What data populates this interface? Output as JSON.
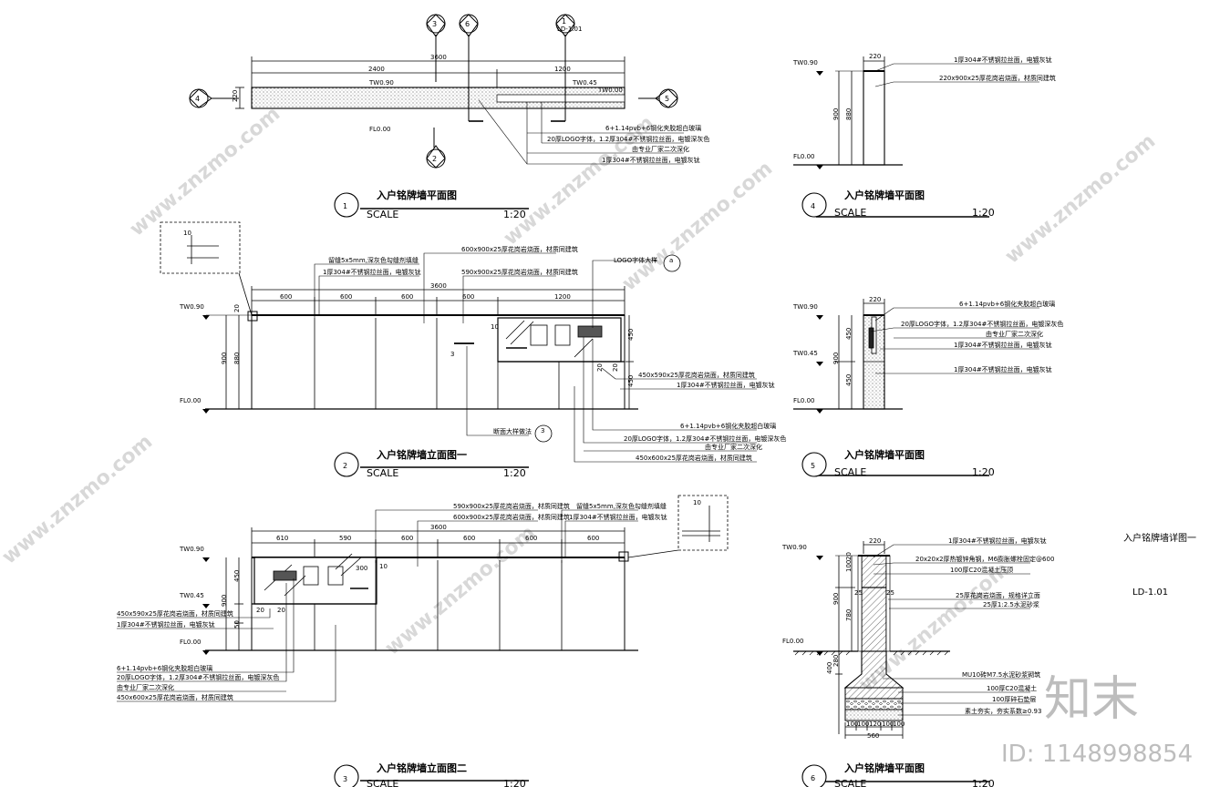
{
  "sheet": {
    "title": "入户铭牌墙详图一",
    "code": "LD-1.01"
  },
  "views": [
    {
      "num": "1",
      "title": "入户铭牌墙平面图",
      "scale_label": "SCALE",
      "scale": "1:20"
    },
    {
      "num": "2",
      "title": "入户铭牌墙立面图一",
      "scale_label": "SCALE",
      "scale": "1:20"
    },
    {
      "num": "3",
      "title": "入户铭牌墙立面图二",
      "scale_label": "SCALE",
      "scale": "1:20"
    },
    {
      "num": "4",
      "title": "入户铭牌墙平面图",
      "scale_label": "SCALE",
      "scale": "1:20"
    },
    {
      "num": "5",
      "title": "入户铭牌墙平面图",
      "scale_label": "SCALE",
      "scale": "1:20"
    },
    {
      "num": "6",
      "title": "入户铭牌墙平面图",
      "scale_label": "SCALE",
      "scale": "1:20"
    }
  ],
  "plan1": {
    "dim_total": "3600",
    "dim_left": "2400",
    "dim_right": "1200",
    "dim_width": "220",
    "tw_090": "TW0.90",
    "tw_045": "TW0.45",
    "tw_000": "TW0.00",
    "fl": "FL0.00",
    "callouts": [
      "3",
      "6",
      "1",
      "4",
      "5",
      "2"
    ],
    "callout_sub": "LD-1.01",
    "notes": [
      "6+1.14pvb+6钢化夹胶超白玻璃",
      "20厚LOGO字体，1.2厚304#不锈钢拉丝面，电镀深灰色",
      "由专业厂家二次深化",
      "1厚304#不锈钢拉丝面，电镀灰钛"
    ]
  },
  "elev2": {
    "dims_top": [
      "600",
      "600",
      "600",
      "600",
      "1200"
    ],
    "dim_total": "3600",
    "tw_090": "TW0.90",
    "fl": "FL0.00",
    "dim_900": "900",
    "dim_880": "880",
    "dim_20": "20",
    "dim_10": "10",
    "dim_450a": "450",
    "dim_450b": "450",
    "section_mark": "3",
    "logo_label": "LOGO字体大样",
    "logo_mark": "a",
    "section_note": "断面大样做法",
    "section_note_mark": "3",
    "notes_top": [
      "留缝5x5mm,深灰色勾缝剂填缝",
      "1厚304#不锈钢拉丝面，电镀灰钛",
      "600x900x25厚花岗岩烧面，材质同建筑",
      "590x900x25厚花岗岩烧面，材质同建筑"
    ],
    "notes_right": [
      "450x590x25厚花岗岩烧面，材质同建筑",
      "1厚304#不锈钢拉丝面，电镀灰钛"
    ],
    "notes_bottom": [
      "6+1.14pvb+6钢化夹胶超白玻璃",
      "20厚LOGO字体，1.2厚304#不锈钢拉丝面，电镀深灰色",
      "由专业厂家二次深化",
      "450x600x25厚花岗岩烧面，材质同建筑"
    ]
  },
  "elev3": {
    "dims_top": [
      "610",
      "590",
      "600",
      "600",
      "600",
      "600"
    ],
    "dim_total": "3600",
    "tw_090": "TW0.90",
    "tw_045": "TW0.45",
    "fl": "FL0.00",
    "dim_900": "900",
    "dim_450": "450",
    "dim_50": "50",
    "dim_300": "300",
    "dim_10": "10",
    "dim_20": "20",
    "notes_top": [
      "590x900x25厚花岗岩烧面，材质同建筑",
      "600x900x25厚花岗岩烧面，材质同建筑",
      "留缝5x5mm,深灰色勾缝剂填缝",
      "1厚304#不锈钢拉丝面，电镀灰钛"
    ],
    "notes_left": [
      "450x590x25厚花岗岩烧面，材质同建筑",
      "1厚304#不锈钢拉丝面，电镀灰钛"
    ],
    "notes_bottom": [
      "6+1.14pvb+6钢化夹胶超白玻璃",
      "20厚LOGO字体，1.2厚304#不锈钢拉丝面，电镀深灰色",
      "由专业厂家二次深化",
      "450x600x25厚花岗岩烧面，材质同建筑"
    ]
  },
  "sec4": {
    "tw": "TW0.90",
    "fl": "FL0.00",
    "dim_220": "220",
    "dim_900": "900",
    "dim_880": "880",
    "notes": [
      "1厚304#不锈钢拉丝面，电镀灰钛",
      "220x900x25厚花岗岩烧面，材质同建筑"
    ]
  },
  "sec5": {
    "tw090": "TW0.90",
    "tw045": "TW0.45",
    "fl": "FL0.00",
    "dim_220": "220",
    "dim_450a": "450",
    "dim_450b": "450",
    "dim_900": "900",
    "notes": [
      "6+1.14pvb+6钢化夹胶超白玻璃",
      "20厚LOGO字体，1.2厚304#不锈钢拉丝面，电镀深灰色",
      "由专业厂家二次深化",
      "1厚304#不锈钢拉丝面，电镀灰钛",
      "1厚304#不锈钢拉丝面，电镀灰钛"
    ]
  },
  "sec6": {
    "tw": "TW0.90",
    "fl": "FL0.00",
    "dim_220": "220",
    "dim_900": "900",
    "dim_780": "780",
    "dim_100": "100",
    "dim_20": "20",
    "dim_25a": "25",
    "dim_25b": "25",
    "dim_280": "280",
    "dim_400": "400",
    "dim_560": "560",
    "dims_bottom": [
      "100",
      "100",
      "120",
      "100",
      "100"
    ],
    "notes": [
      "1厚304#不锈钢拉丝面，电镀灰钛",
      "20x20x2厚热镀锌角钢，M6膨胀螺栓固定@600",
      "100厚C20混凝土压顶",
      "25厚花岗岩烧面，规格详立面",
      "25厚1:2.5水泥砂浆",
      "MU10砖M7.5水泥砂浆砌筑",
      "100厚C20混凝土",
      "100厚碎石垫层",
      "素土夯实，夯实系数≥0.93"
    ]
  },
  "watermark": {
    "site": "www.znzmo.com",
    "brand": "知末",
    "id": "ID: 1148998854"
  }
}
